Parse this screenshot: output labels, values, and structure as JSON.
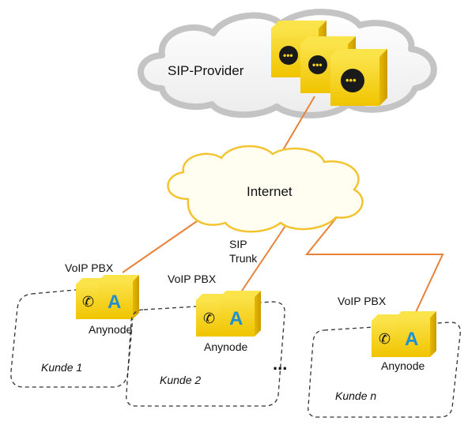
{
  "cloud_provider": {
    "label": "SIP-Provider"
  },
  "cloud_internet": {
    "label": "Internet"
  },
  "trunk_label": {
    "line1": "SIP",
    "line2": "Trunk"
  },
  "ellipsis": "...",
  "customers": [
    {
      "pbx_label": "VoIP PBX",
      "node_label": "Anynode",
      "customer_label": "Kunde 1"
    },
    {
      "pbx_label": "VoIP PBX",
      "node_label": "Anynode",
      "customer_label": "Kunde 2"
    },
    {
      "pbx_label": "VoIP PBX",
      "node_label": "Anynode",
      "customer_label": "Kunde n"
    }
  ],
  "colors": {
    "cloud_fill": "#f2f2f2",
    "cloud_stroke": "#c0c0c0",
    "internet_fill": "#fffef2",
    "internet_stroke": "#f4c430",
    "line": "#e8823a",
    "box_yellow": "#f7d21b",
    "box_shade": "#e0b300",
    "logo_blue": "#1f8fd0"
  }
}
